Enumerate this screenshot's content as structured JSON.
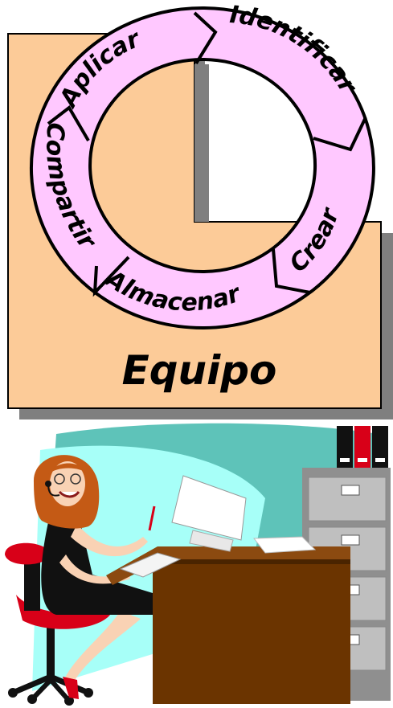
{
  "diagram": {
    "team_label": "Equipo",
    "cycle_steps": [
      "Aplicar",
      "Identificar",
      "Crear",
      "Almacenar",
      "Compartir"
    ],
    "colors": {
      "panel": "#FCCB98",
      "panel_shadow": "#7f7f7f",
      "ring": "#FFC8FF",
      "outline": "#000000"
    }
  },
  "illustration": {
    "subject": "woman-with-headset-at-office-desk",
    "colors": {
      "wall": "#A7FFF8",
      "wall_shade": "#5EC3B9",
      "desk": "#6B3400",
      "cabinet": "#BFBFBF",
      "chair": "#D80018",
      "hair": "#C45A15",
      "dress": "#111111"
    }
  }
}
